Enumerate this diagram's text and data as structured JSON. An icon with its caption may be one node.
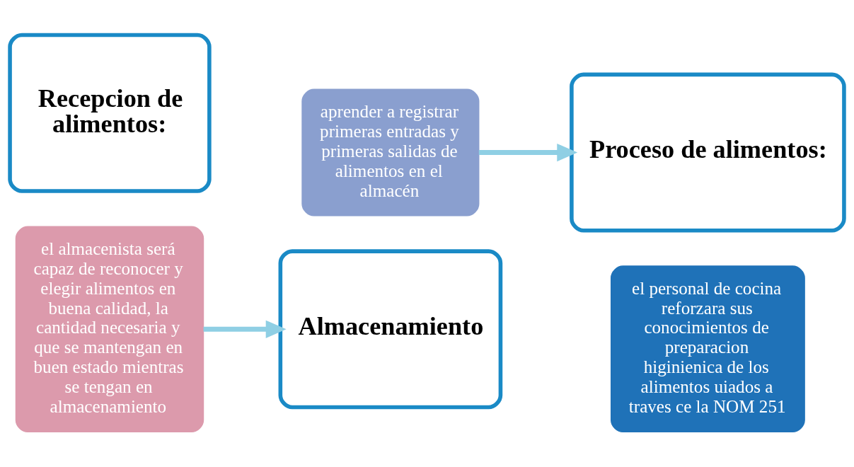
{
  "diagram": {
    "nodes": [
      {
        "text": [
          "Recepcion de alimentos:"
        ]
      },
      {
        "text": [
          "el almacenista será capaz de reconocer y elegir alimentos en buena calidad, la cantidad necesaria y que se mantengan en buen estado mientras se tengan en almacenamiento"
        ]
      },
      {
        "text": [
          "Almacenamiento"
        ]
      },
      {
        "text": [
          "aprender a registrar primeras entradas y primeras salidas de alimentos en el almacén"
        ]
      },
      {
        "text": [
          "Proceso de alimentos:"
        ]
      },
      {
        "text": [
          "el personal de cocina reforzara sus conocimientos de preparacion higinienica de los alimentos uiados a traves ce la NOM 251"
        ]
      }
    ],
    "edges": [
      {
        "from": 1,
        "to": 2,
        "arrow": "to"
      },
      {
        "from": 3,
        "to": 4,
        "arrow": "to"
      }
    ]
  }
}
